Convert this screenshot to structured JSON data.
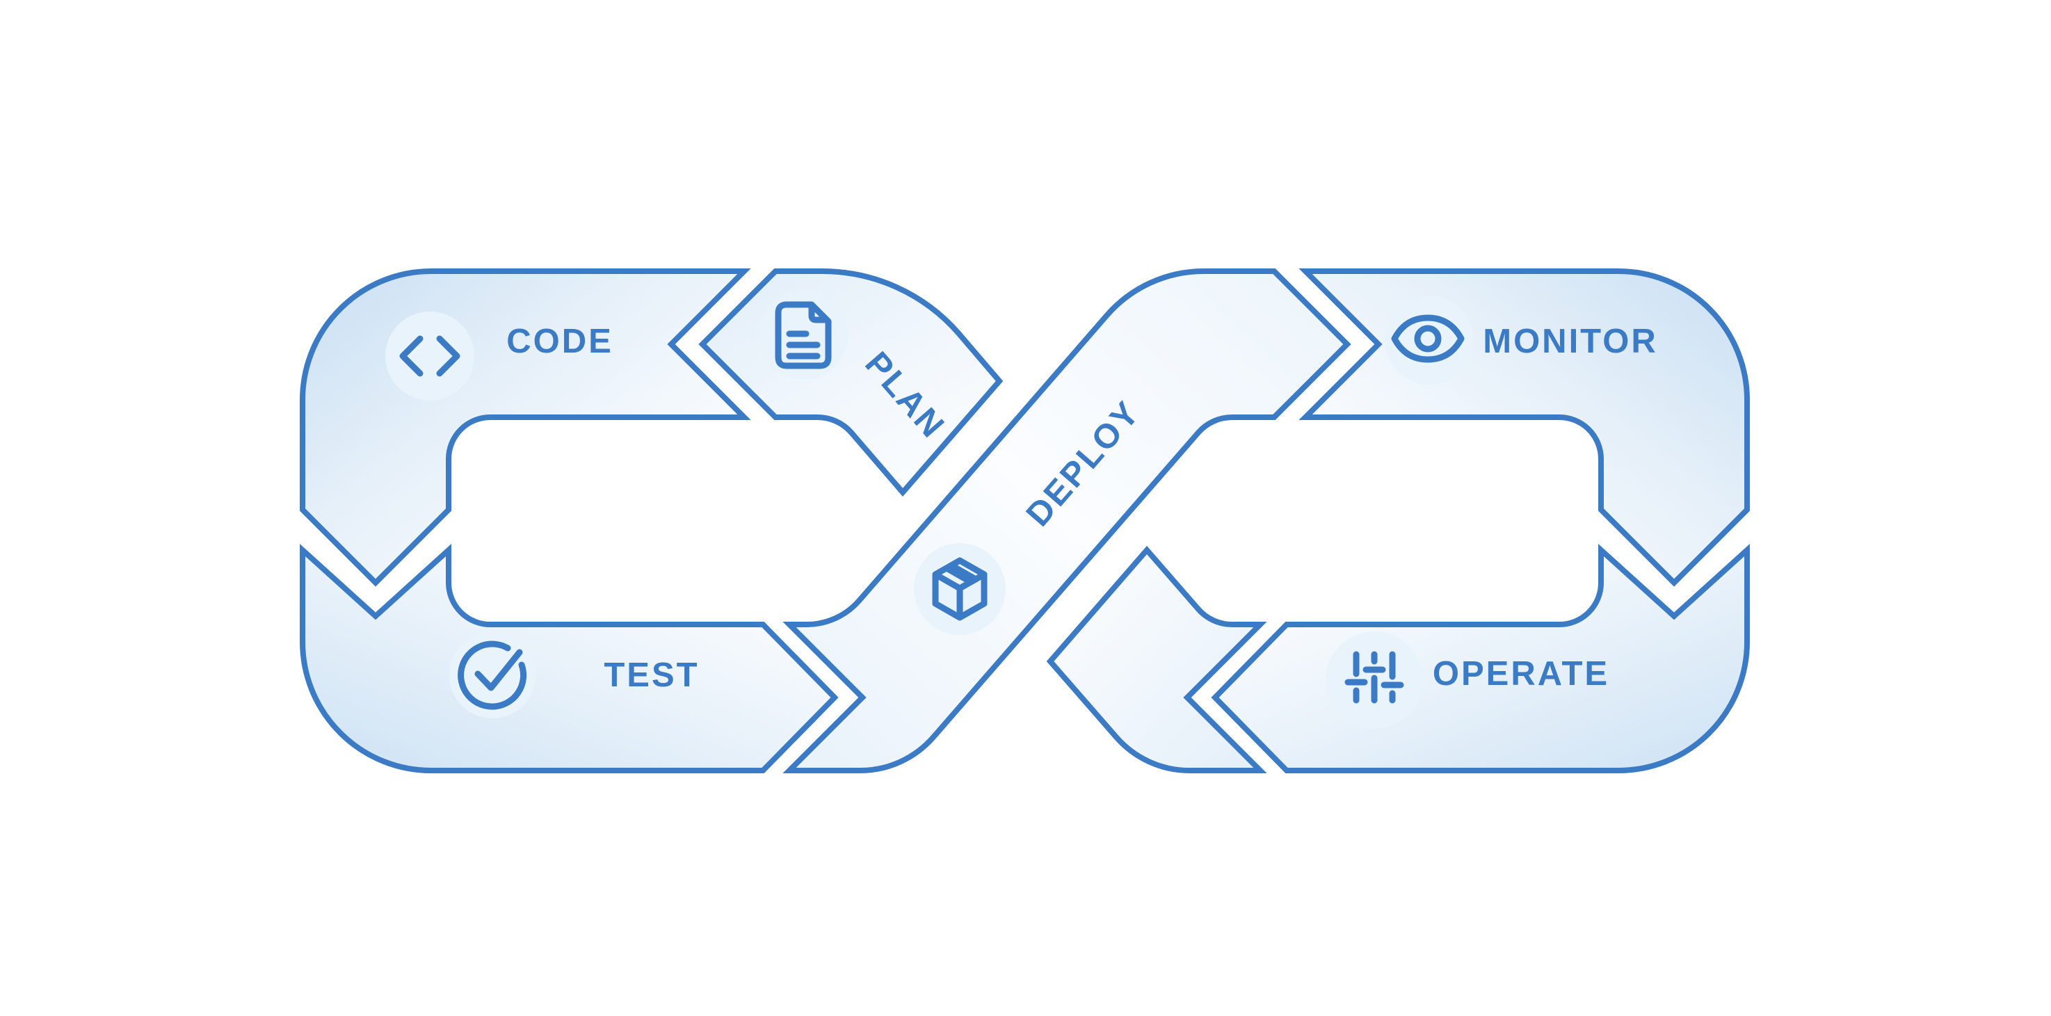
{
  "diagram": {
    "type": "devops-infinity-loop",
    "stages": [
      {
        "id": "plan",
        "label": "PLAN",
        "icon": "document-icon"
      },
      {
        "id": "code",
        "label": "CODE",
        "icon": "code-brackets-icon"
      },
      {
        "id": "test",
        "label": "TEST",
        "icon": "check-circle-icon"
      },
      {
        "id": "deploy",
        "label": "DEPLOY",
        "icon": "package-box-icon"
      },
      {
        "id": "monitor",
        "label": "MONITOR",
        "icon": "eye-icon"
      },
      {
        "id": "operate",
        "label": "OPERATE",
        "icon": "sliders-icon"
      }
    ],
    "flow_order": [
      "PLAN",
      "CODE",
      "TEST",
      "DEPLOY",
      "MONITOR",
      "OPERATE"
    ],
    "colors": {
      "line": "#3b7ac5",
      "label_text": "#3b7ac5",
      "band_shaded": "#c9dff3",
      "band_mid": "#e6f0f9",
      "band_faint": "#fbfdff",
      "icon_bubble": "#e9f3fb",
      "background": "#ffffff"
    }
  }
}
